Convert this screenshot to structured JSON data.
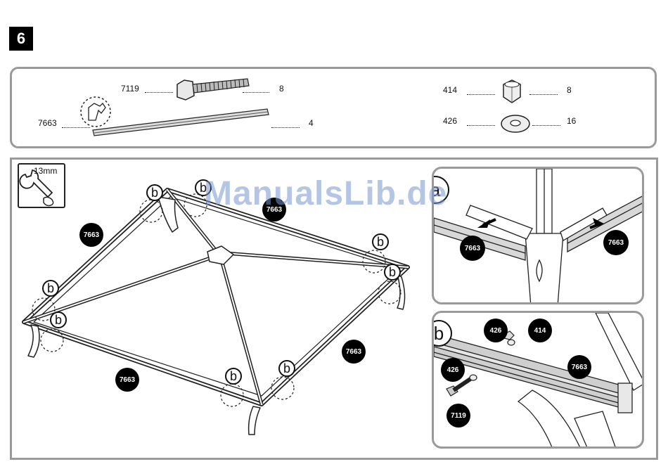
{
  "step": {
    "number": "6"
  },
  "parts": [
    {
      "part": "7119",
      "qty": "8"
    },
    {
      "part": "7663",
      "qty": "4"
    },
    {
      "part": "414",
      "qty": "8"
    },
    {
      "part": "426",
      "qty": "16"
    }
  ],
  "tool": {
    "size": "13mm",
    "icon": "wrench-icon"
  },
  "diagram": {
    "detail_marker": "b",
    "beam_labels": [
      "7663",
      "7663",
      "7663",
      "7663"
    ]
  },
  "detail_a": {
    "letter": "a",
    "labels": [
      "7663",
      "7663"
    ]
  },
  "detail_b": {
    "letter": "b",
    "labels": {
      "washer_top": "426",
      "nut": "414",
      "beam": "7663",
      "washer_left": "426",
      "bolt": "7119"
    }
  },
  "watermark": "ManualsLib.de"
}
